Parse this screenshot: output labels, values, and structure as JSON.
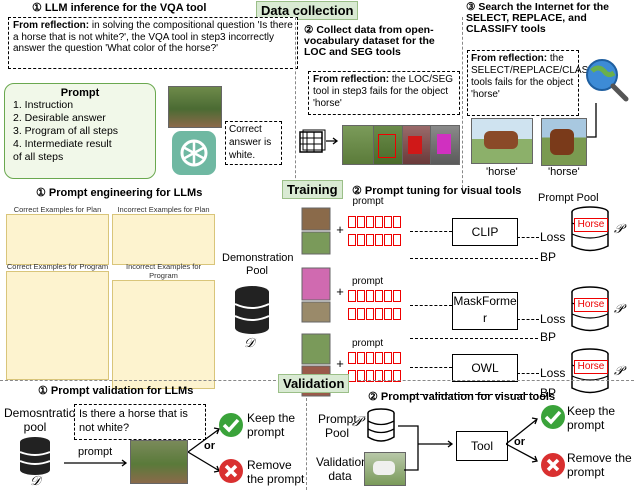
{
  "sections": {
    "data_collection": "Data collection",
    "training": "Training",
    "validation": "Validation"
  },
  "vqa": {
    "title": "① LLM inference for the VQA tool",
    "reflection_prefix": "From reflection:",
    "reflection_text": "in solving the compositional question 'Is there a horse that is not white?', the VQA tool in step3 incorrectly answer the question 'What color of the horse?'",
    "prompt_title": "Prompt",
    "prompt_items": [
      "1. Instruction",
      "2. Desirable answer",
      "3. Program of all steps",
      "4. Intermediate result of all steps"
    ],
    "answer": "Correct answer is white."
  },
  "loc_seg": {
    "title": "② Collect data from open-vocabulary dataset for the LOC and SEG tools",
    "reflection_prefix": "From reflection:",
    "reflection_text": "the LOC/SEG tool in step3 fails for the object 'horse'"
  },
  "search": {
    "title": "③ Search the Internet for the SELECT, REPLACE, and CLASSIFY tools",
    "reflection_prefix": "From reflection:",
    "reflection_text": "the SELECT/REPLACE/CLASSIFY tools fails for the object 'horse'",
    "labels": [
      "'horse'",
      "'horse'"
    ]
  },
  "prompt_eng": {
    "title": "① Prompt engineering for LLMs",
    "panels": [
      "Correct Examples for Plan",
      "Incorrect Examples for Plan",
      "Correct Examples for Program",
      "Incorrect Examples for Program"
    ],
    "pool_label": "Demonstration Pool",
    "pool_symbol": "𝒟"
  },
  "prompt_tune": {
    "title": "② Prompt tuning for visual tools",
    "pool_title": "Prompt Pool",
    "pool_symbol": "𝒫",
    "prompt_label": "prompt",
    "models": [
      "CLIP",
      "MaskFormer",
      "OWL"
    ],
    "loss": "Loss",
    "bp": "BP",
    "tag": "Horse"
  },
  "val_llm": {
    "title": "① Prompt validation for LLMs",
    "pool_label": "Demosntration pool",
    "pool_symbol": "𝒟",
    "question": "Is there a horse that is not white?",
    "prompt_label": "prompt",
    "keep": "Keep the prompt",
    "or": "or",
    "remove": "Remove the prompt"
  },
  "val_tool": {
    "title": "② Prompt validation for visual tools",
    "pool_label": "Prompt Pool",
    "pool_symbol": "𝒫",
    "data_label": "Validation data",
    "tool": "Tool",
    "keep": "Keep the prompt",
    "or": "or",
    "remove": "Remove the prompt"
  },
  "colors": {
    "section_bg": "#d9ead3",
    "prompt_box": "#f1f8e9",
    "accent_red": "#e00000",
    "check_green": "#3aa33a",
    "cross_red": "#d93030"
  }
}
